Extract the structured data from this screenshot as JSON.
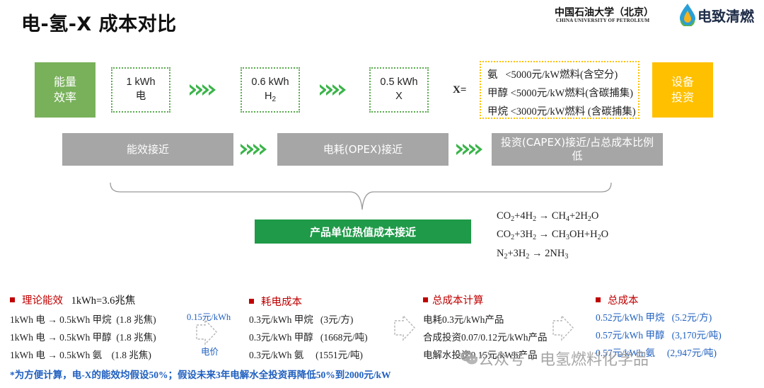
{
  "title": "电-氢-X 成本对比",
  "header": {
    "university_cn": "中国石油大学（北京）",
    "university_en": "CHINA UNIVERSITY OF PETROLEUM",
    "brand": "电致清燃"
  },
  "flow": {
    "efficiency_label": [
      "能量",
      "效率"
    ],
    "box1": {
      "value": "1 kWh",
      "unit": "电"
    },
    "box2": {
      "value": "0.6 kWh",
      "unit": "H",
      "unit_sub": "2"
    },
    "box3": {
      "value": "0.5 kWh",
      "unit": "X"
    },
    "x_eq": "X=",
    "investments": [
      "氨   <5000元/kW燃料(含空分)",
      "甲醇 <5000元/kW燃料(含碳捕集)",
      "甲烷 <3000元/kW燃料 (含碳捕集)"
    ],
    "equipment_label": [
      "设备",
      "投资"
    ]
  },
  "bars": {
    "b1": "能效接近",
    "b2": "电耗(OPEX)接近",
    "b3": "投资(CAPEX)接近/占总成本比例低"
  },
  "conclusion": "产品单位热值成本接近",
  "reactions": [
    {
      "html": "CO<sub>2</sub>+4H<sub>2</sub> → CH<sub>4</sub>+2H<sub>2</sub>O"
    },
    {
      "html": "CO<sub>2</sub>+3H<sub>2</sub> → CH<sub>3</sub>OH+H<sub>2</sub>O"
    },
    {
      "html": "N<sub>2</sub>+3H<sub>2</sub> → 2NH<sub>3</sub>"
    }
  ],
  "sections": {
    "theory": {
      "heading": "理论能效",
      "note": "1kWh=3.6兆焦",
      "rows": [
        "1kWh 电 → 0.5kWh 甲烷  (1.8 兆焦)",
        "1kWh 电 → 0.5kWh 甲醇  (1.8 兆焦)",
        "1kWh 电 → 0.5kWh 氨    (1.8 兆焦)"
      ],
      "price": "0.15元/kWh",
      "price_label": "电价"
    },
    "power": {
      "heading": "耗电成本",
      "rows": [
        "0.3元/kWh 甲烷   (3元/方)",
        "0.3元/kWh 甲醇   (1668元/吨)",
        "0.3元/kWh 氨     (1551元/吨)"
      ]
    },
    "total_calc": {
      "heading": "总成本计算",
      "rows": [
        "电耗0.3元/kWh产品",
        "合成投资0.07/0.12元/kWh产品",
        "电解水投资0.15元/kWh产品"
      ]
    },
    "total": {
      "heading": "总成本",
      "rows": [
        "0.52元/kWh 甲烷   (5.2元/方)",
        "0.57元/kWh 甲醇   (3,170元/吨)",
        "0.57元/kWh 氨     (2,947元/吨)"
      ]
    }
  },
  "footnote": "*为方便计算，电-X的能效均假设50%；假设未来3年电解水全投资再降低50%到2000元/kW",
  "watermark": "公众号 · 电氢燃料化学品",
  "colors": {
    "green": "#78b15a",
    "yellow": "#ffc000",
    "dark_green": "#1f9a49",
    "gray": "#a6a6a6",
    "red": "#c00000",
    "blue": "#1f5fbf"
  }
}
